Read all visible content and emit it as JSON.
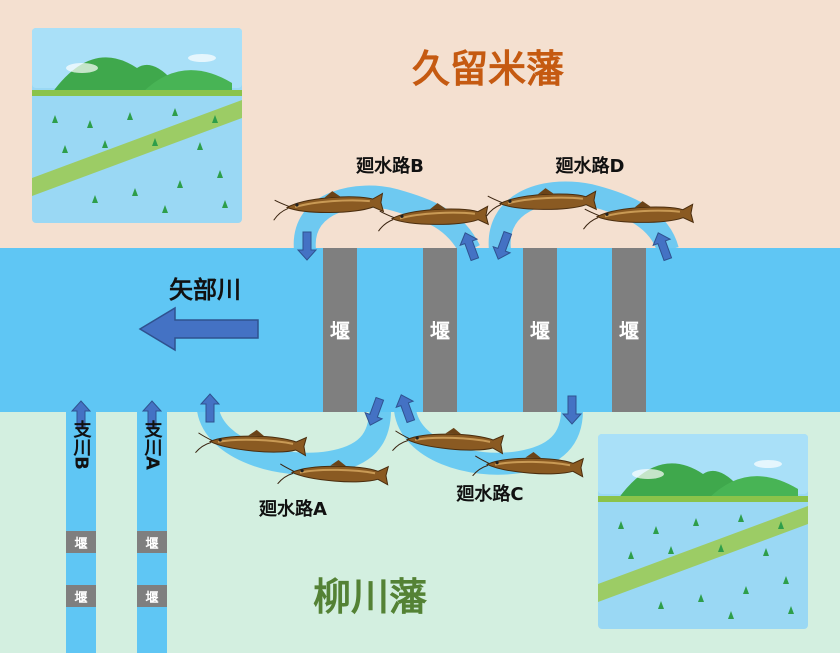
{
  "regions": {
    "north_domain": "久留米藩",
    "south_domain": "柳川藩"
  },
  "river": {
    "name": "矢部川"
  },
  "weirs": {
    "label": "堰"
  },
  "channels": {
    "a": "廻水路A",
    "b": "廻水路B",
    "c": "廻水路C",
    "d": "廻水路D"
  },
  "branches": {
    "a": "支川A",
    "b": "支川B",
    "weir_label": "堰"
  },
  "colors": {
    "north_bg": "#f4e0d0",
    "south_bg": "#d3efe0",
    "river": "#5fc6f4",
    "flow_arrow": "#4472c4",
    "weir": "#7f7f7f",
    "north_title": "#c55a11",
    "south_title": "#548235"
  }
}
